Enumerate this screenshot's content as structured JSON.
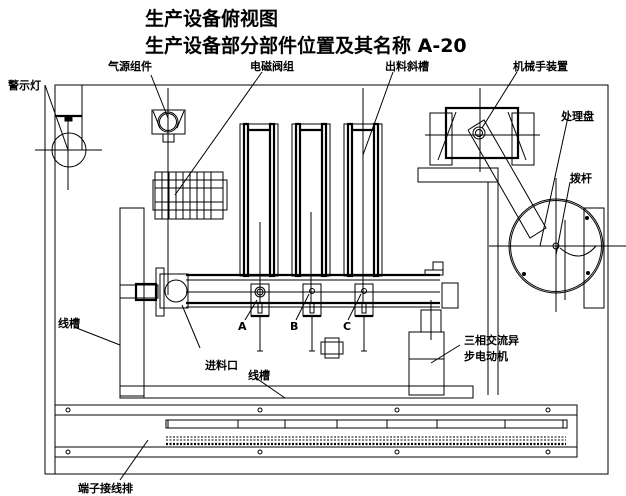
{
  "title": {
    "line1": "生产设备俯视图",
    "line2": "生产设备部分部件位置及其名称 A-20"
  },
  "labels": {
    "warning_light": "警示灯",
    "air_source": "气源组件",
    "solenoid_valves": "电磁阀组",
    "discharge_chute": "出料斜槽",
    "manipulator": "机械手装置",
    "processing_disc": "处理盘",
    "lever": "拨杆",
    "wire_slot_left": "线槽",
    "feed_inlet": "进料口",
    "wire_slot_bottom": "线槽",
    "motor_line1": "三相交流异",
    "motor_line2": "步电动机",
    "terminal_block": "端子接线排",
    "sensor_a": "A",
    "sensor_b": "B",
    "sensor_c": "C"
  },
  "colors": {
    "line": "#000000",
    "background": "#ffffff"
  }
}
